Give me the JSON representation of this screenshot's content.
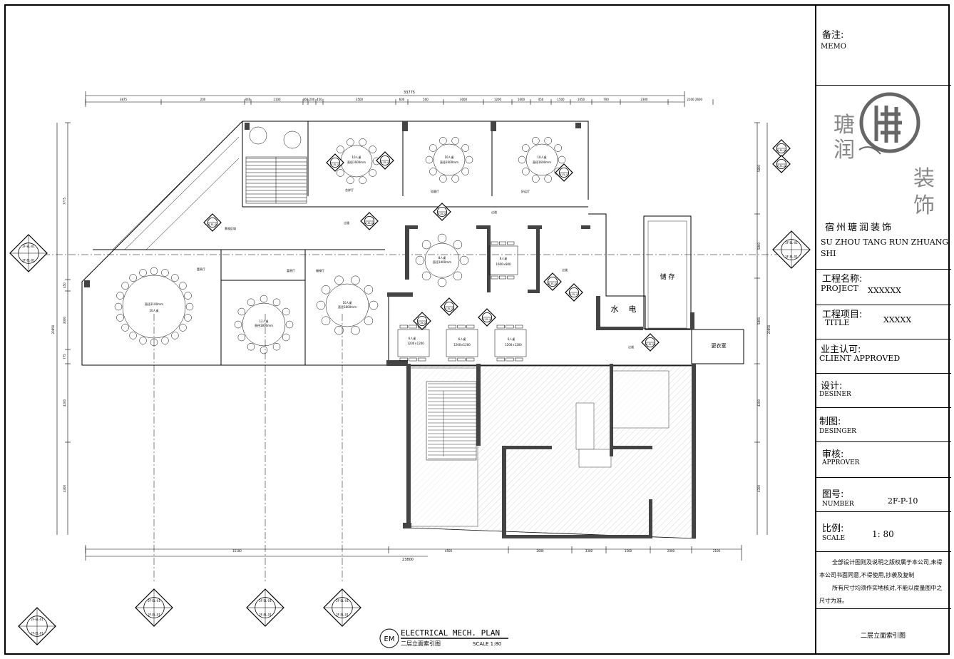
{
  "title_block": {
    "memo_cn": "备注:",
    "memo_en": "MEMO",
    "logo_chars": [
      "瑭",
      "润",
      "装",
      "饰"
    ],
    "company_cn": "宿州瑭润装饰",
    "company_en": "SU ZHOU TANG RUN ZHUANG SHI",
    "project_cn": "工程名称:",
    "project_en": "PROJECT",
    "project_value": "XXXXXX",
    "title_cn": "工程项目:",
    "title_en": "TITLE",
    "title_value": "XXXXX",
    "client_cn": "业主认可:",
    "client_en": "CLIENT APPROVED",
    "designer_cn": "设计:",
    "designer_en": "DESINER",
    "drafter_cn": "制图:",
    "drafter_en": "DESINGER",
    "approver_cn": "审核:",
    "approver_en": "APPROVER",
    "number_cn": "图号:",
    "number_en": "NUMBER",
    "number_value": "2F-P-10",
    "scale_cn": "比例:",
    "scale_en": "SCALE",
    "scale_value": "1: 80",
    "note_1": "全部设计图则及说明之版权属于本公司,未得本公司书面同意,不得使用,抄袭及复制",
    "note_2": "所有尺寸均须作实地核对,不能以度量图中之尺寸为准。",
    "sheet_name": "二层立面索引图"
  },
  "drawing": {
    "badge": "EM",
    "plan_title": "ELECTRICAL MECH. PLAN",
    "plan_subtitle": "二层立面索引图",
    "plan_scale": "SCALE 1:80",
    "top_total": "33775",
    "top_dims": [
      "3875",
      "200",
      "440",
      "2100",
      "460",
      "200",
      "450",
      "3500",
      "600",
      "500",
      "3000",
      "1200",
      "1600",
      "450",
      "1500",
      "1050",
      "700",
      "2300",
      "2100",
      "2600"
    ],
    "bottom_total": "23800",
    "bottom_dims": [
      "15100",
      "4500",
      "2000",
      "3300",
      "1500",
      "2000",
      "2100"
    ],
    "left_dims": [
      "7775",
      "450",
      "3000",
      "775",
      "4200",
      "4300"
    ],
    "right_dims": [
      "5800",
      "5800",
      "5800",
      "4200",
      "4300"
    ],
    "left_total": "20850",
    "right_total": "20850",
    "rooms": {
      "r1_label": "10人桌",
      "r1_size": "直径1600mm",
      "r1_name": "合祥厅",
      "r2_label": "10人桌",
      "r2_size": "直径1600mm",
      "r2_name": "如意厅",
      "r3_label": "10人桌",
      "r3_size": "直径1600mm",
      "r3_name": "好运厅",
      "big_label": "直径3100mm",
      "big_count": "20人桌",
      "big_name": "富贵厅",
      "mid_label": "12人桌",
      "mid_size": "直径1800mm",
      "mid_name": "富贵厅",
      "right_label": "10人桌",
      "right_size": "直径1800mm",
      "right_name": "福禄厅",
      "rnd_label": "8人桌",
      "rnd_size": "直径1400mm",
      "sq_label": "6人桌",
      "sq_size": "1600×800",
      "t1_label": "6人桌",
      "t1_size": "1200×1200",
      "t2_label": "6人桌",
      "t2_size": "1200×1200",
      "t3_label": "6人桌",
      "t3_size": "1200×1200",
      "corridor": "过道",
      "storage": "储 存",
      "water": "水",
      "elec": "电",
      "locker": "更衣室",
      "landscape": "景观区域"
    },
    "index_code": "2F-EL-01"
  }
}
